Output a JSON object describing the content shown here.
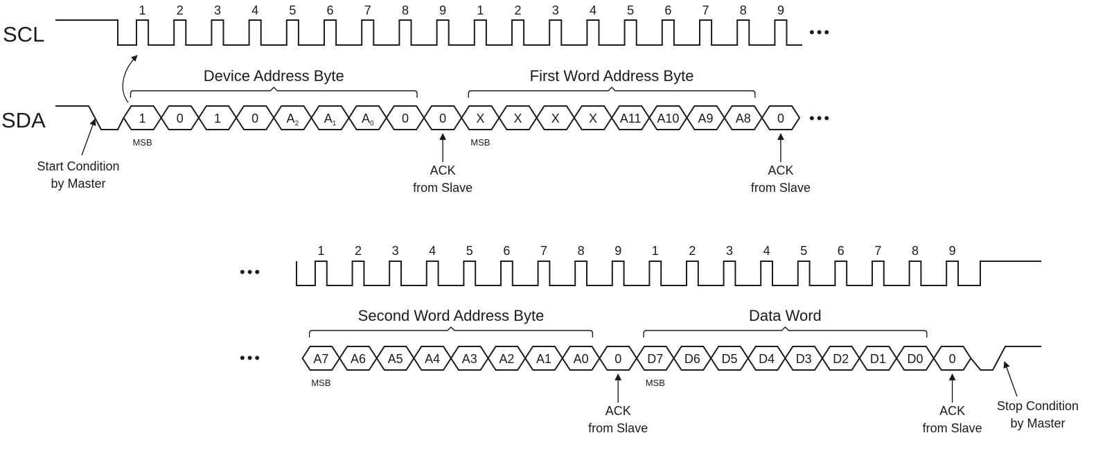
{
  "signals": {
    "scl": "SCL",
    "sda": "SDA"
  },
  "ellipsis": "•••",
  "row1": {
    "clock_numbers": [
      "1",
      "2",
      "3",
      "4",
      "5",
      "6",
      "7",
      "8",
      "9",
      "1",
      "2",
      "3",
      "4",
      "5",
      "6",
      "7",
      "8",
      "9"
    ],
    "bytes": [
      {
        "label": "Device Address Byte",
        "bits": [
          {
            "main": "1"
          },
          {
            "main": "0"
          },
          {
            "main": "1"
          },
          {
            "main": "0"
          },
          {
            "main": "A",
            "sub": "2"
          },
          {
            "main": "A",
            "sub": "1"
          },
          {
            "main": "A",
            "sub": "0"
          },
          {
            "main": "0"
          }
        ],
        "msb": "MSB",
        "ack": "0"
      },
      {
        "label": "First Word Address Byte",
        "bits": [
          {
            "main": "X"
          },
          {
            "main": "X"
          },
          {
            "main": "X"
          },
          {
            "main": "X"
          },
          {
            "main": "A11"
          },
          {
            "main": "A10"
          },
          {
            "main": "A9"
          },
          {
            "main": "A8"
          }
        ],
        "msb": "MSB",
        "ack": "0"
      }
    ]
  },
  "row2": {
    "clock_numbers": [
      "1",
      "2",
      "3",
      "4",
      "5",
      "6",
      "7",
      "8",
      "9",
      "1",
      "2",
      "3",
      "4",
      "5",
      "6",
      "7",
      "8",
      "9"
    ],
    "bytes": [
      {
        "label": "Second Word Address Byte",
        "bits": [
          {
            "main": "A7"
          },
          {
            "main": "A6"
          },
          {
            "main": "A5"
          },
          {
            "main": "A4"
          },
          {
            "main": "A3"
          },
          {
            "main": "A2"
          },
          {
            "main": "A1"
          },
          {
            "main": "A0"
          }
        ],
        "msb": "MSB",
        "ack": "0"
      },
      {
        "label": "Data Word",
        "bits": [
          {
            "main": "D7"
          },
          {
            "main": "D6"
          },
          {
            "main": "D5"
          },
          {
            "main": "D4"
          },
          {
            "main": "D3"
          },
          {
            "main": "D2"
          },
          {
            "main": "D1"
          },
          {
            "main": "D0"
          }
        ],
        "msb": "MSB",
        "ack": "0"
      }
    ]
  },
  "annotations": {
    "start": [
      "Start Condition",
      "by Master"
    ],
    "stop": [
      "Stop Condition",
      "by Master"
    ],
    "ack": [
      "ACK",
      "from Slave"
    ]
  }
}
